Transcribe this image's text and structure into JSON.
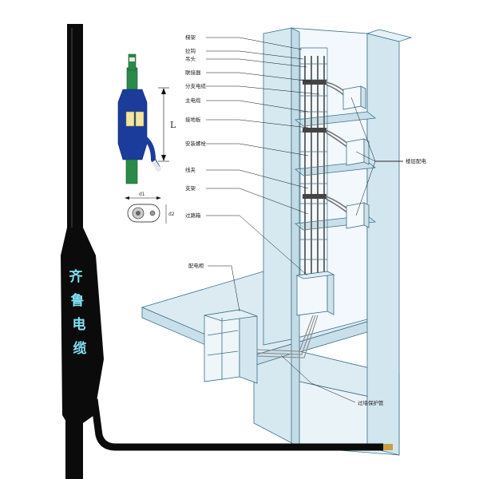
{
  "brand_text": [
    "齐",
    "鲁",
    "电",
    "缆"
  ],
  "dimension_labels": {
    "length": "L",
    "d1": "d1",
    "d2": "d2"
  },
  "callouts": [
    {
      "id": "ladder-rack",
      "text": "梯架"
    },
    {
      "id": "clamp",
      "text": "拉钩"
    },
    {
      "id": "hanger-head",
      "text": "吊头"
    },
    {
      "id": "connector",
      "text": "联接器"
    },
    {
      "id": "branch-cable",
      "text": "分支电缆"
    },
    {
      "id": "main-cable",
      "text": "主电缆"
    },
    {
      "id": "ground-plate",
      "text": "接地板"
    },
    {
      "id": "mount-bolt",
      "text": "安装螺栓"
    },
    {
      "id": "cable-clip",
      "text": "线夹"
    },
    {
      "id": "bracket",
      "text": "支架"
    },
    {
      "id": "pass-box",
      "text": "过路箱"
    },
    {
      "id": "distribution-cabinet",
      "text": "配电柜"
    },
    {
      "id": "floor-distribution",
      "text": "楼层配电"
    },
    {
      "id": "conduit",
      "text": "过墙保护管"
    }
  ],
  "colors": {
    "cable": "#0b0b0b",
    "joint-blue": "#1c3c9c",
    "joint-green": "#2a8a4a",
    "shaft-fill": "#e9f4f8",
    "shaft-line": "#3a6f8a",
    "brand-glow": "#7fe0f2"
  }
}
